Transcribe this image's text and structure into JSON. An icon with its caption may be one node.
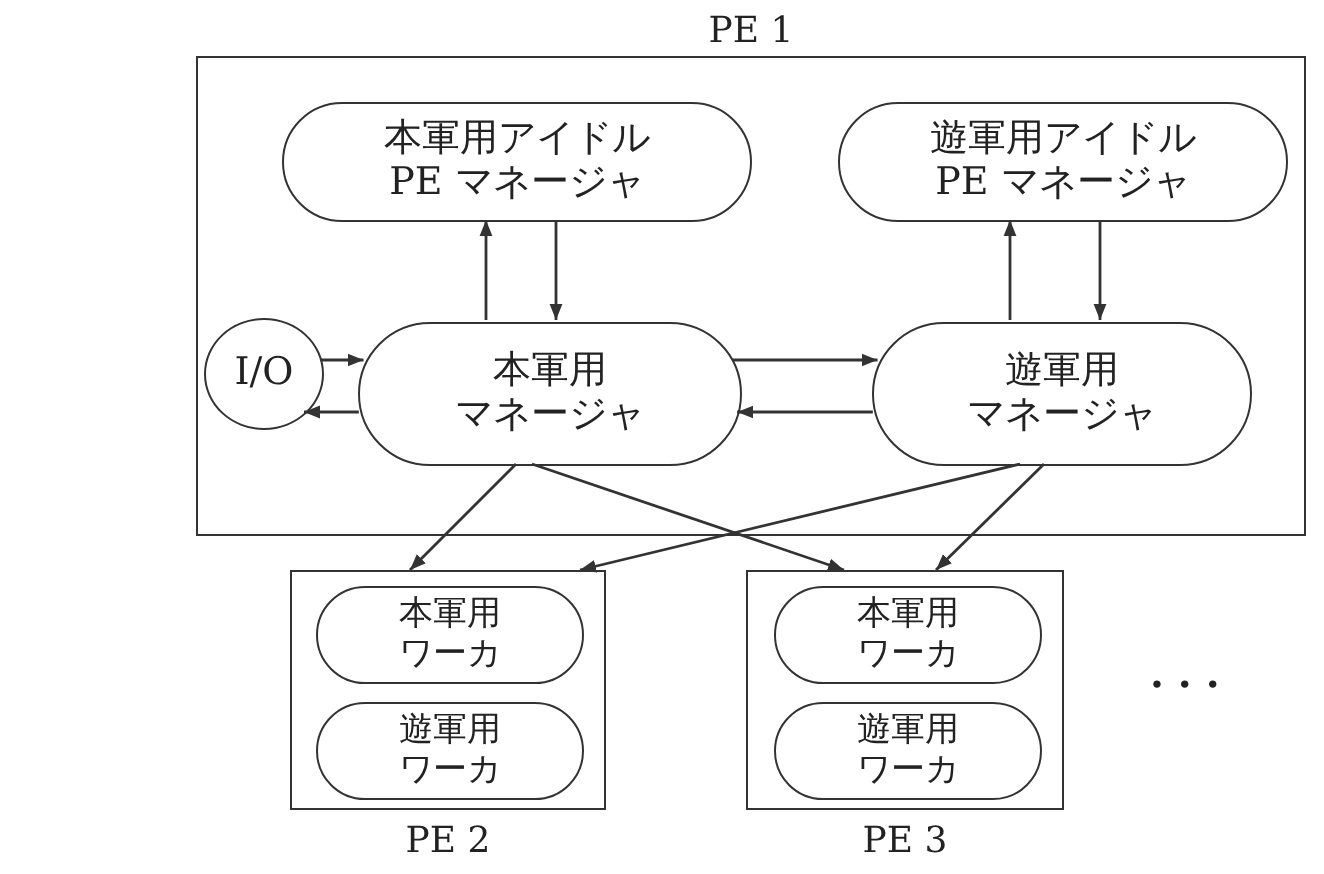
{
  "diagram": {
    "nodes": [
      {
        "text": [
          "PE 1"
        ]
      },
      {
        "text": [
          "本軍用アイドルPE マネージャ"
        ],
        "in": 0
      },
      {
        "text": [
          "遊軍用アイドルPE マネージャ"
        ],
        "in": 0
      },
      {
        "text": [
          "I/O"
        ],
        "in": 0
      },
      {
        "text": [
          "本軍用マネージャ"
        ],
        "in": 0
      },
      {
        "text": [
          "遊軍用マネージャ"
        ],
        "in": 0
      },
      {
        "text": [
          "PE 2"
        ]
      },
      {
        "text": [
          "本軍用ワーカ"
        ],
        "in": 6
      },
      {
        "text": [
          "遊軍用ワーカ"
        ],
        "in": 6
      },
      {
        "text": [
          "PE 3"
        ]
      },
      {
        "text": [
          "本軍用ワーカ"
        ],
        "in": 9
      },
      {
        "text": [
          "遊軍用ワーカ"
        ],
        "in": 9
      }
    ],
    "edges": [
      {
        "from": 4,
        "to": 1,
        "arrow": "to"
      },
      {
        "from": 1,
        "to": 4,
        "arrow": "to"
      },
      {
        "from": 5,
        "to": 2,
        "arrow": "to"
      },
      {
        "from": 2,
        "to": 5,
        "arrow": "to"
      },
      {
        "from": 3,
        "to": 4,
        "arrow": "to"
      },
      {
        "from": 4,
        "to": 3,
        "arrow": "to"
      },
      {
        "from": 4,
        "to": 5,
        "arrow": "to"
      },
      {
        "from": 5,
        "to": 4,
        "arrow": "to"
      },
      {
        "from": 4,
        "to": 6,
        "arrow": "to"
      },
      {
        "from": 4,
        "to": 9,
        "arrow": "to"
      },
      {
        "from": 5,
        "to": 6,
        "arrow": "to"
      },
      {
        "from": 5,
        "to": 9,
        "arrow": "to"
      }
    ],
    "labels": [
      "· · ·"
    ]
  }
}
